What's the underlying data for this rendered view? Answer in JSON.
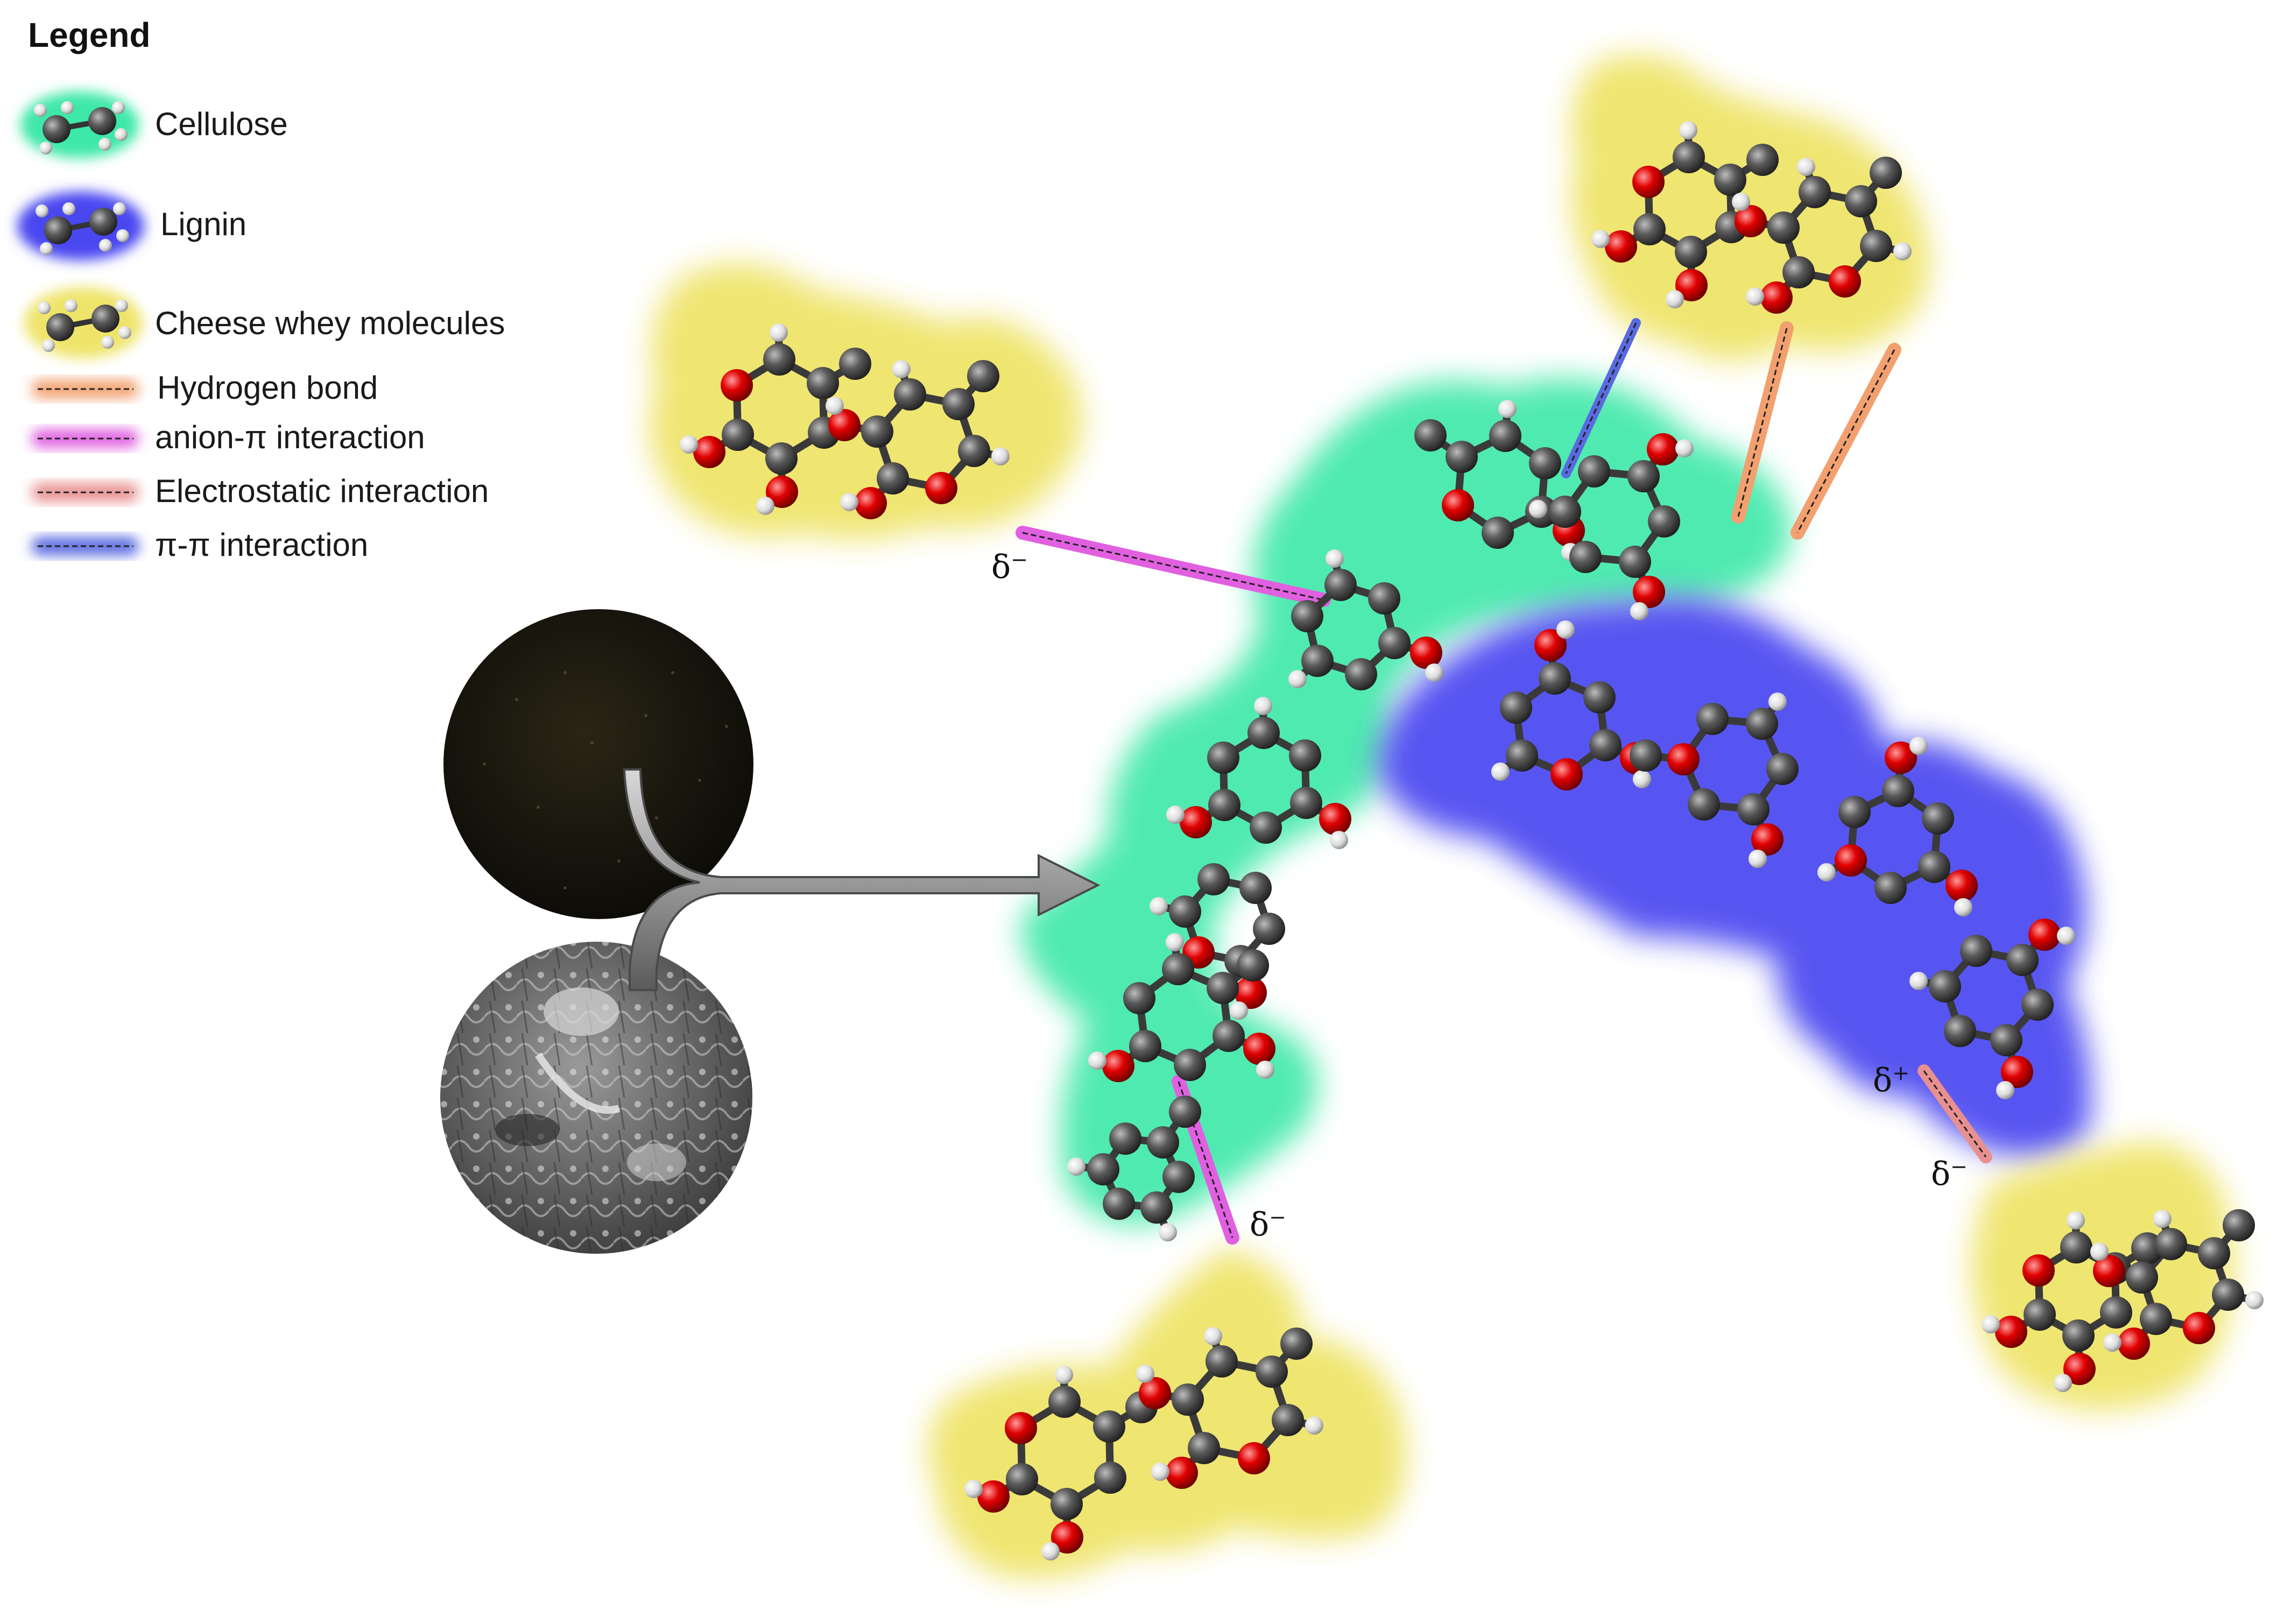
{
  "legend": {
    "title": "Legend",
    "items": [
      {
        "key": "cellulose",
        "label": "Cellulose",
        "color": "#3ee8a8"
      },
      {
        "key": "lignin",
        "label": "Lignin",
        "color": "#4a46f0"
      },
      {
        "key": "whey",
        "label": "Cheese whey molecules",
        "color": "#efe46a"
      },
      {
        "key": "hbond",
        "label": "Hydrogen bond",
        "color": "#f2a070"
      },
      {
        "key": "anion",
        "label": "anion-π interaction",
        "color": "#e060e0"
      },
      {
        "key": "electro",
        "label": "Electrostatic interaction",
        "color": "#e89090"
      },
      {
        "key": "pipi",
        "label": "π-π interaction",
        "color": "#5a6ae0"
      }
    ]
  },
  "charges": {
    "minus": "δ",
    "minus_sign": "−",
    "plus": "δ",
    "plus_sign": "+"
  },
  "colors": {
    "carbon": "#555555",
    "oxygen": "#e00000",
    "hydrogen": "#e6e6e6",
    "arrow": "#8a8a8a"
  }
}
